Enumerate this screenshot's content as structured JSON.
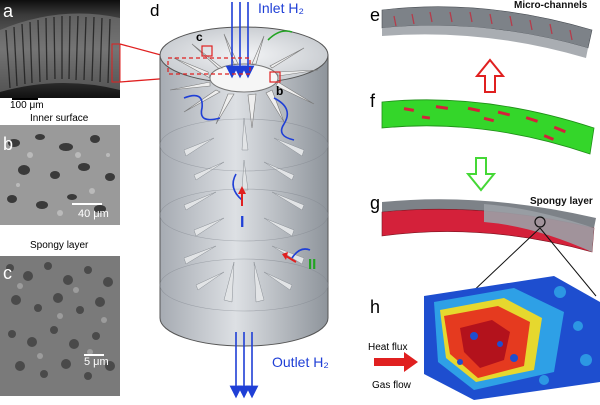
{
  "panels": {
    "a": {
      "letter": "a",
      "scale_bar": "100 μm"
    },
    "b": {
      "letter": "b",
      "title": "Inner surface",
      "scale_bar": "40 μm"
    },
    "c": {
      "letter": "c",
      "title": "Spongy layer",
      "scale_bar": "5 μm"
    },
    "d": {
      "letter": "d",
      "inlet": "Inlet H₂",
      "outlet": "Outlet H₂",
      "marker_b": "b",
      "marker_c": "c",
      "mark_I": "I",
      "mark_II": "II"
    },
    "e": {
      "letter": "e",
      "title": "Micro-channels"
    },
    "f": {
      "letter": "f"
    },
    "g": {
      "letter": "g",
      "title": "Spongy layer"
    },
    "h": {
      "letter": "h",
      "heat_flux": "Heat flux",
      "gas_flow": "Gas flow"
    }
  },
  "colors": {
    "sem_dark": "#2b2b2b",
    "cylinder": "#c9cdd2",
    "arrow_blue": "#1f3fd6",
    "red_outline": "#e02020",
    "green_slab": "#34d62a",
    "red_channels": "#d4213a",
    "green_arrow": "#45d836"
  }
}
